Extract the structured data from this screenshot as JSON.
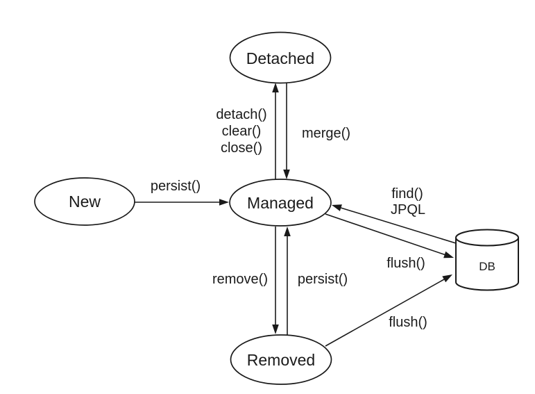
{
  "diagram": {
    "description": "JPA entity lifecycle state diagram",
    "colors": {
      "background": "#ffffff",
      "stroke": "#1a1a1a",
      "node_fill": "#ffffff",
      "text": "#1a1a1a"
    },
    "nodes": {
      "new": {
        "label": "New",
        "shape": "ellipse"
      },
      "detached": {
        "label": "Detached",
        "shape": "ellipse"
      },
      "managed": {
        "label": "Managed",
        "shape": "ellipse"
      },
      "removed": {
        "label": "Removed",
        "shape": "ellipse"
      },
      "db": {
        "label": "DB",
        "shape": "cylinder"
      }
    },
    "edges": {
      "new_to_managed": {
        "from": "new",
        "to": "managed",
        "label": "persist()"
      },
      "managed_to_detached": {
        "from": "managed",
        "to": "detached",
        "labels": [
          "detach()",
          "clear()",
          "close()"
        ]
      },
      "detached_to_managed": {
        "from": "detached",
        "to": "managed",
        "label": "merge()"
      },
      "db_to_managed": {
        "from": "db",
        "to": "managed",
        "labels": [
          "find()",
          "JPQL"
        ]
      },
      "managed_to_db": {
        "from": "managed",
        "to": "db",
        "label": "flush()"
      },
      "managed_to_removed": {
        "from": "managed",
        "to": "removed",
        "label": "remove()"
      },
      "removed_to_managed": {
        "from": "removed",
        "to": "managed",
        "label": "persist()"
      },
      "removed_to_db": {
        "from": "removed",
        "to": "db",
        "label": "flush()"
      }
    }
  }
}
